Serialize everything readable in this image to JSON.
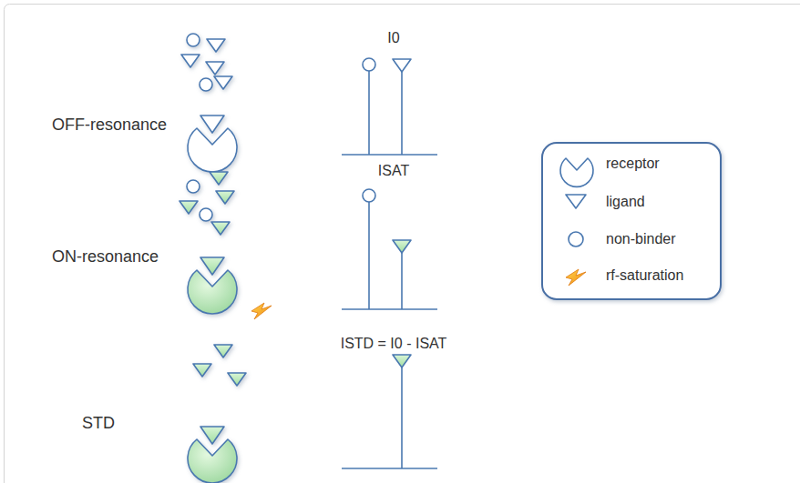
{
  "diagram": {
    "labels": [
      "OFF-resonance",
      "I0",
      "ON-resonance",
      "ISAT",
      "STD",
      "ISTD = I0 - ISAT"
    ],
    "legend": [
      {
        "text": "receptor"
      },
      {
        "text": "ligand"
      },
      {
        "text": "non-binder"
      },
      {
        "text": "rf-saturation"
      }
    ]
  }
}
